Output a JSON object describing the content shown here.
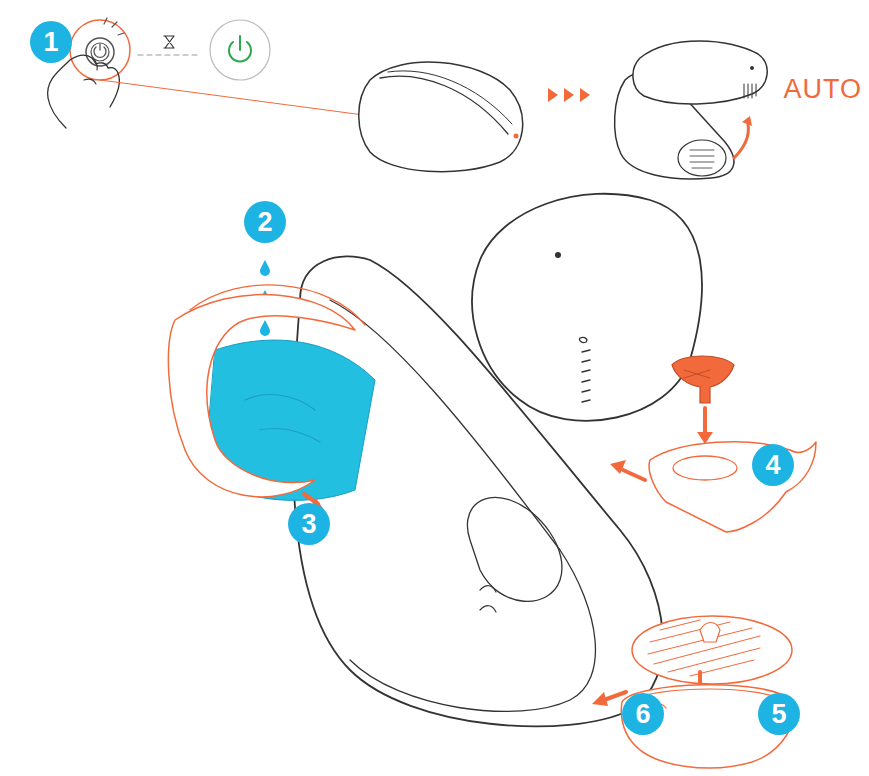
{
  "diagram": {
    "labels": [
      "1",
      "AUTO",
      "2",
      "4",
      "3",
      "6",
      "5"
    ]
  }
}
